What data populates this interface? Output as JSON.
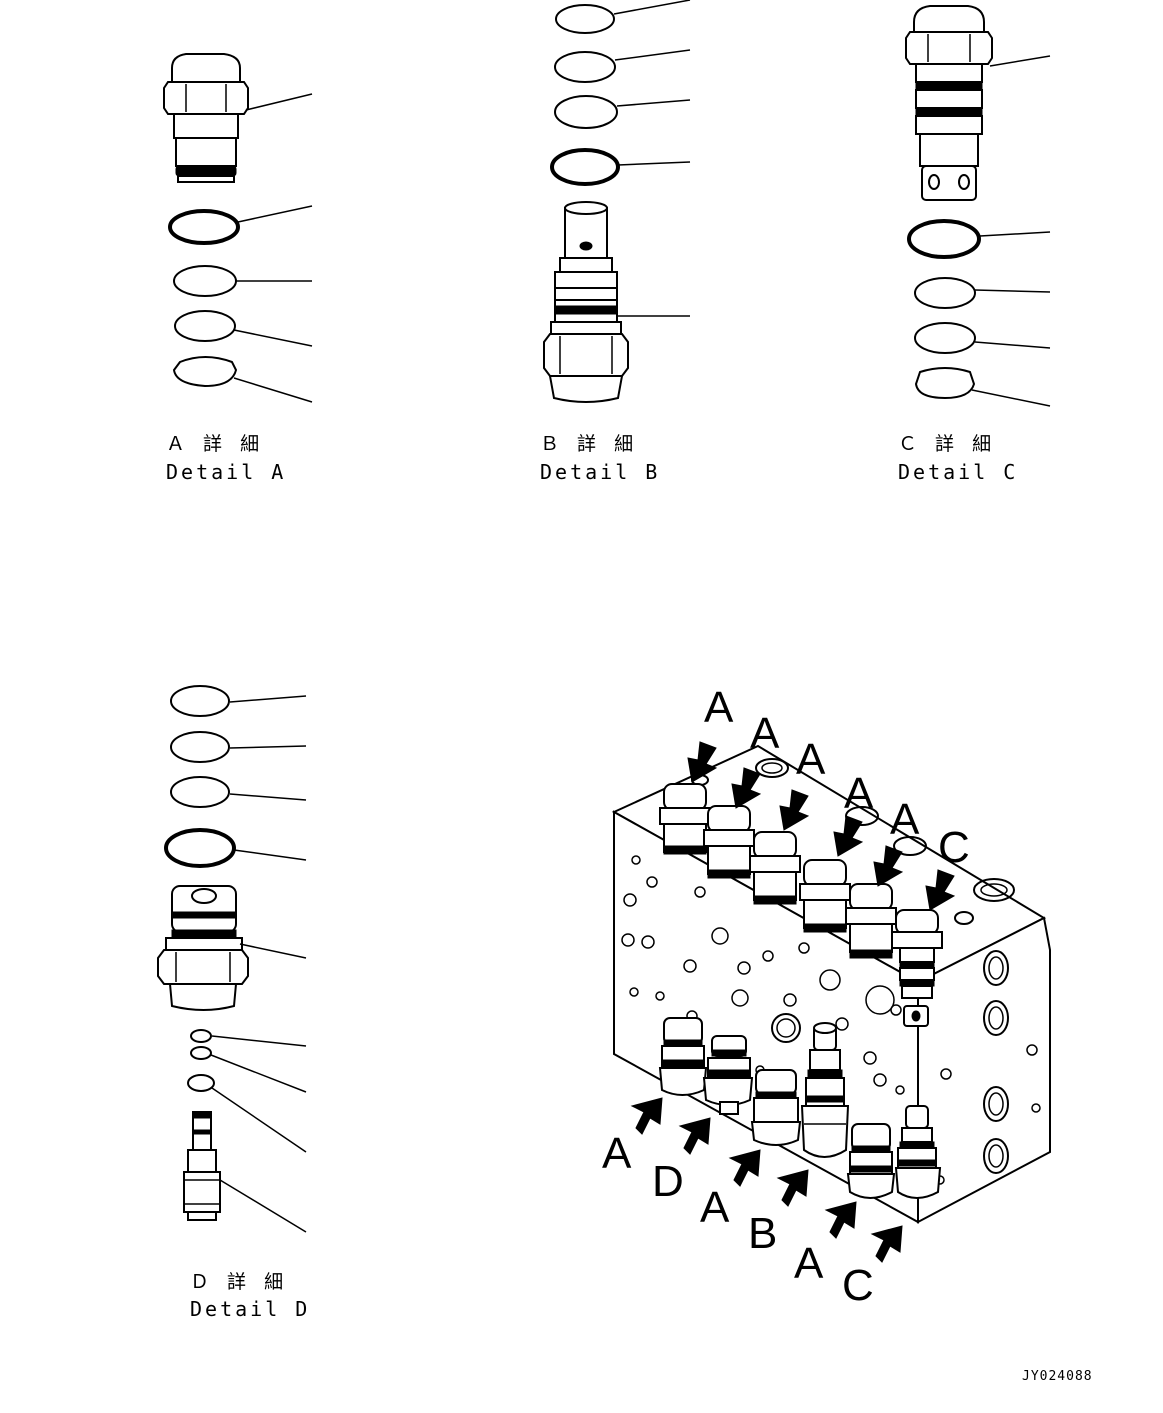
{
  "details": [
    {
      "id": "A",
      "jp": "Ａ 詳 細",
      "en": "Detail A"
    },
    {
      "id": "B",
      "jp": "Ｂ 詳 細",
      "en": "Detail B"
    },
    {
      "id": "C",
      "jp": "Ｃ 詳 細",
      "en": "Detail C"
    },
    {
      "id": "D",
      "jp": "Ｄ 詳 細",
      "en": "Detail D"
    }
  ],
  "assembly_labels": {
    "top": [
      "A",
      "A",
      "A",
      "A",
      "A",
      "C"
    ],
    "bottom": [
      "A",
      "D",
      "A",
      "B",
      "A",
      "C"
    ]
  },
  "drawing_code": "JY024088"
}
